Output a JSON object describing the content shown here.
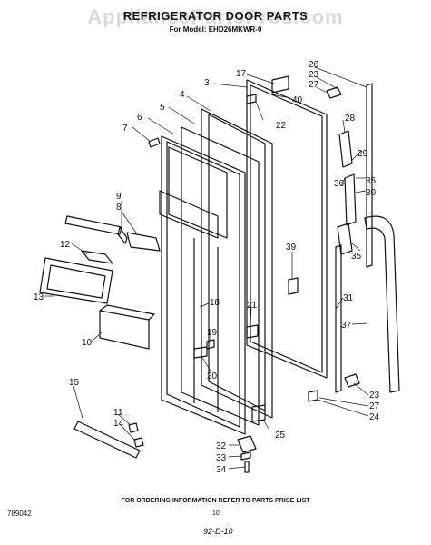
{
  "header": {
    "watermark": "AppliancePartsPros.com",
    "title": "REFRIGERATOR DOOR PARTS",
    "model": "For Model: EHD26MKWR-0"
  },
  "callouts": {
    "c26": "26",
    "c23a": "23",
    "c27a": "27",
    "c17": "17",
    "c3": "3",
    "c40": "40",
    "c4": "4",
    "c5": "5",
    "c22": "22",
    "c28": "28",
    "c6": "6",
    "c7": "7",
    "c29": "29",
    "c35a": "35",
    "c36": "36",
    "c30": "30",
    "c9": "9",
    "c8": "8",
    "c12": "12",
    "c39": "39",
    "c35b": "35",
    "c13": "13",
    "c18": "18",
    "c21": "21",
    "c31": "31",
    "c10": "10",
    "c19": "19",
    "c37": "37",
    "c20": "20",
    "c15": "15",
    "c23b": "23",
    "c27b": "27",
    "c24": "24",
    "c11": "11",
    "c14": "14",
    "c25": "25",
    "c32": "32",
    "c33": "33",
    "c34": "34"
  },
  "footer": {
    "order_info": "FOR ORDERING INFORMATION REFER TO PARTS PRICE LIST",
    "code": "789042",
    "page": "10",
    "date": "92-D-10"
  }
}
